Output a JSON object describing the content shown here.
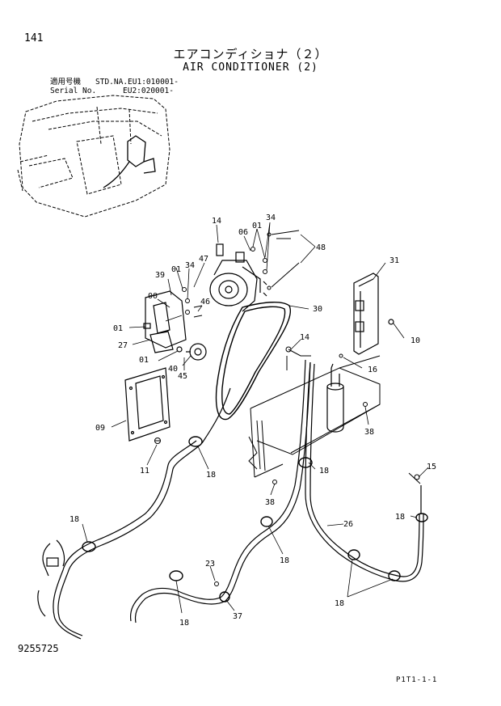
{
  "header": {
    "page_number": "141",
    "title_jp": "エアコンディショナ（２）",
    "title_en": "AIR CONDITIONER (2)",
    "serial_label_jp": "適用号機",
    "serial_label_en": "Serial No.",
    "serial_value_1": "STD.NA.EU1:010001-",
    "serial_value_2": "EU2:020001-"
  },
  "footer": {
    "document_number": "9255725",
    "page_code": "P1T1-1-1"
  },
  "callouts": [
    {
      "id": "14"
    },
    {
      "id": "06"
    },
    {
      "id": "01"
    },
    {
      "id": "34"
    },
    {
      "id": "48"
    },
    {
      "id": "47"
    },
    {
      "id": "39"
    },
    {
      "id": "01"
    },
    {
      "id": "34"
    },
    {
      "id": "00"
    },
    {
      "id": "46"
    },
    {
      "id": "31"
    },
    {
      "id": "01"
    },
    {
      "id": "30"
    },
    {
      "id": "27"
    },
    {
      "id": "14"
    },
    {
      "id": "10"
    },
    {
      "id": "01"
    },
    {
      "id": "40"
    },
    {
      "id": "45"
    },
    {
      "id": "16"
    },
    {
      "id": "09"
    },
    {
      "id": "38"
    },
    {
      "id": "11"
    },
    {
      "id": "18"
    },
    {
      "id": "18"
    },
    {
      "id": "15"
    },
    {
      "id": "38"
    },
    {
      "id": "18"
    },
    {
      "id": "18"
    },
    {
      "id": "26"
    },
    {
      "id": "18"
    },
    {
      "id": "23"
    },
    {
      "id": "18"
    },
    {
      "id": "37"
    },
    {
      "id": "18"
    }
  ]
}
